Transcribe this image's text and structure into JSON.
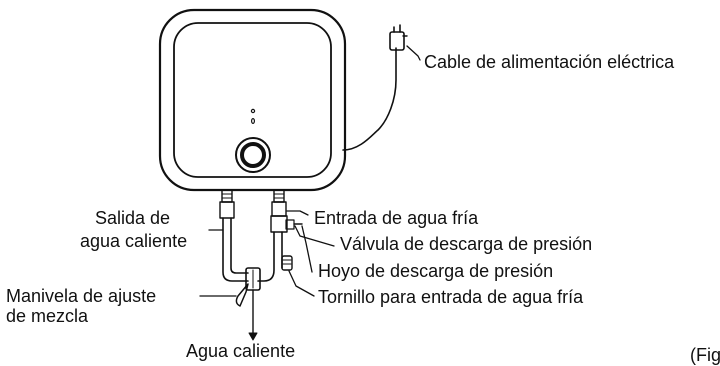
{
  "labels": {
    "power_cable": "Cable de alimentación eléctrica",
    "hot_outlet_line1": "Salida de",
    "hot_outlet_line2": "agua caliente",
    "cold_inlet": "Entrada de agua fría",
    "relief_valve": "Válvula de descarga de presión",
    "relief_hole": "Hoyo de descarga de presión",
    "cold_inlet_screw": "Tornillo para entrada de agua fría",
    "mix_handle_line1": "Manivela de ajuste",
    "mix_handle_line2": "de mezcla",
    "hot_water": "Agua caliente",
    "figure_ref": "(Fig"
  },
  "colors": {
    "ink": "#111111",
    "background": "#ffffff"
  }
}
